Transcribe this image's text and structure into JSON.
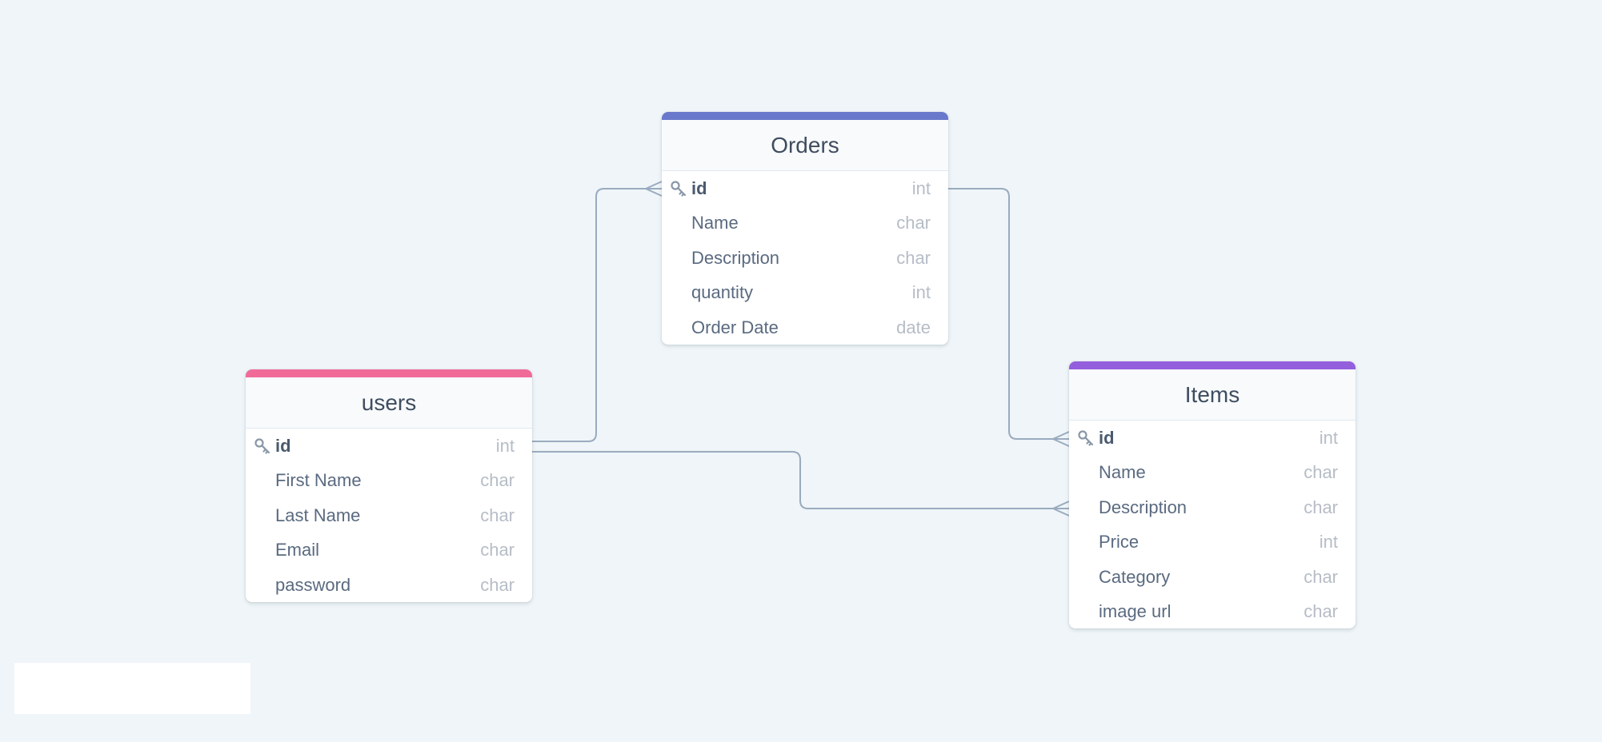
{
  "colors": {
    "background": "#eff5f8",
    "connector": "#9aabbf",
    "users_accent": "#f06b98",
    "orders_accent": "#6a78cc",
    "items_accent": "#945fdc"
  },
  "icons": {
    "primary_key": "key-icon"
  },
  "tables": {
    "orders": {
      "title": "Orders",
      "fields": [
        {
          "name": "id",
          "type": "int",
          "primary_key": true
        },
        {
          "name": "Name",
          "type": "char"
        },
        {
          "name": "Description",
          "type": "char"
        },
        {
          "name": "quantity",
          "type": "int"
        },
        {
          "name": "Order Date",
          "type": "date"
        }
      ]
    },
    "users": {
      "title": "users",
      "fields": [
        {
          "name": "id",
          "type": "int",
          "primary_key": true
        },
        {
          "name": "First Name",
          "type": "char"
        },
        {
          "name": "Last Name",
          "type": "char"
        },
        {
          "name": "Email",
          "type": "char"
        },
        {
          "name": "password",
          "type": "char"
        }
      ]
    },
    "items": {
      "title": "Items",
      "fields": [
        {
          "name": "id",
          "type": "int",
          "primary_key": true
        },
        {
          "name": "Name",
          "type": "char"
        },
        {
          "name": "Description",
          "type": "char"
        },
        {
          "name": "Price",
          "type": "int"
        },
        {
          "name": "Category",
          "type": "char"
        },
        {
          "name": "image url",
          "type": "char"
        }
      ]
    }
  },
  "relationships": [
    {
      "from": "users.id",
      "to": "orders.id",
      "from_end": "one",
      "to_end": "many"
    },
    {
      "from": "orders.id",
      "to": "items.id",
      "from_end": "one",
      "to_end": "many"
    },
    {
      "from": "users.id",
      "to": "items.Description",
      "from_end": "one",
      "to_end": "many"
    }
  ]
}
